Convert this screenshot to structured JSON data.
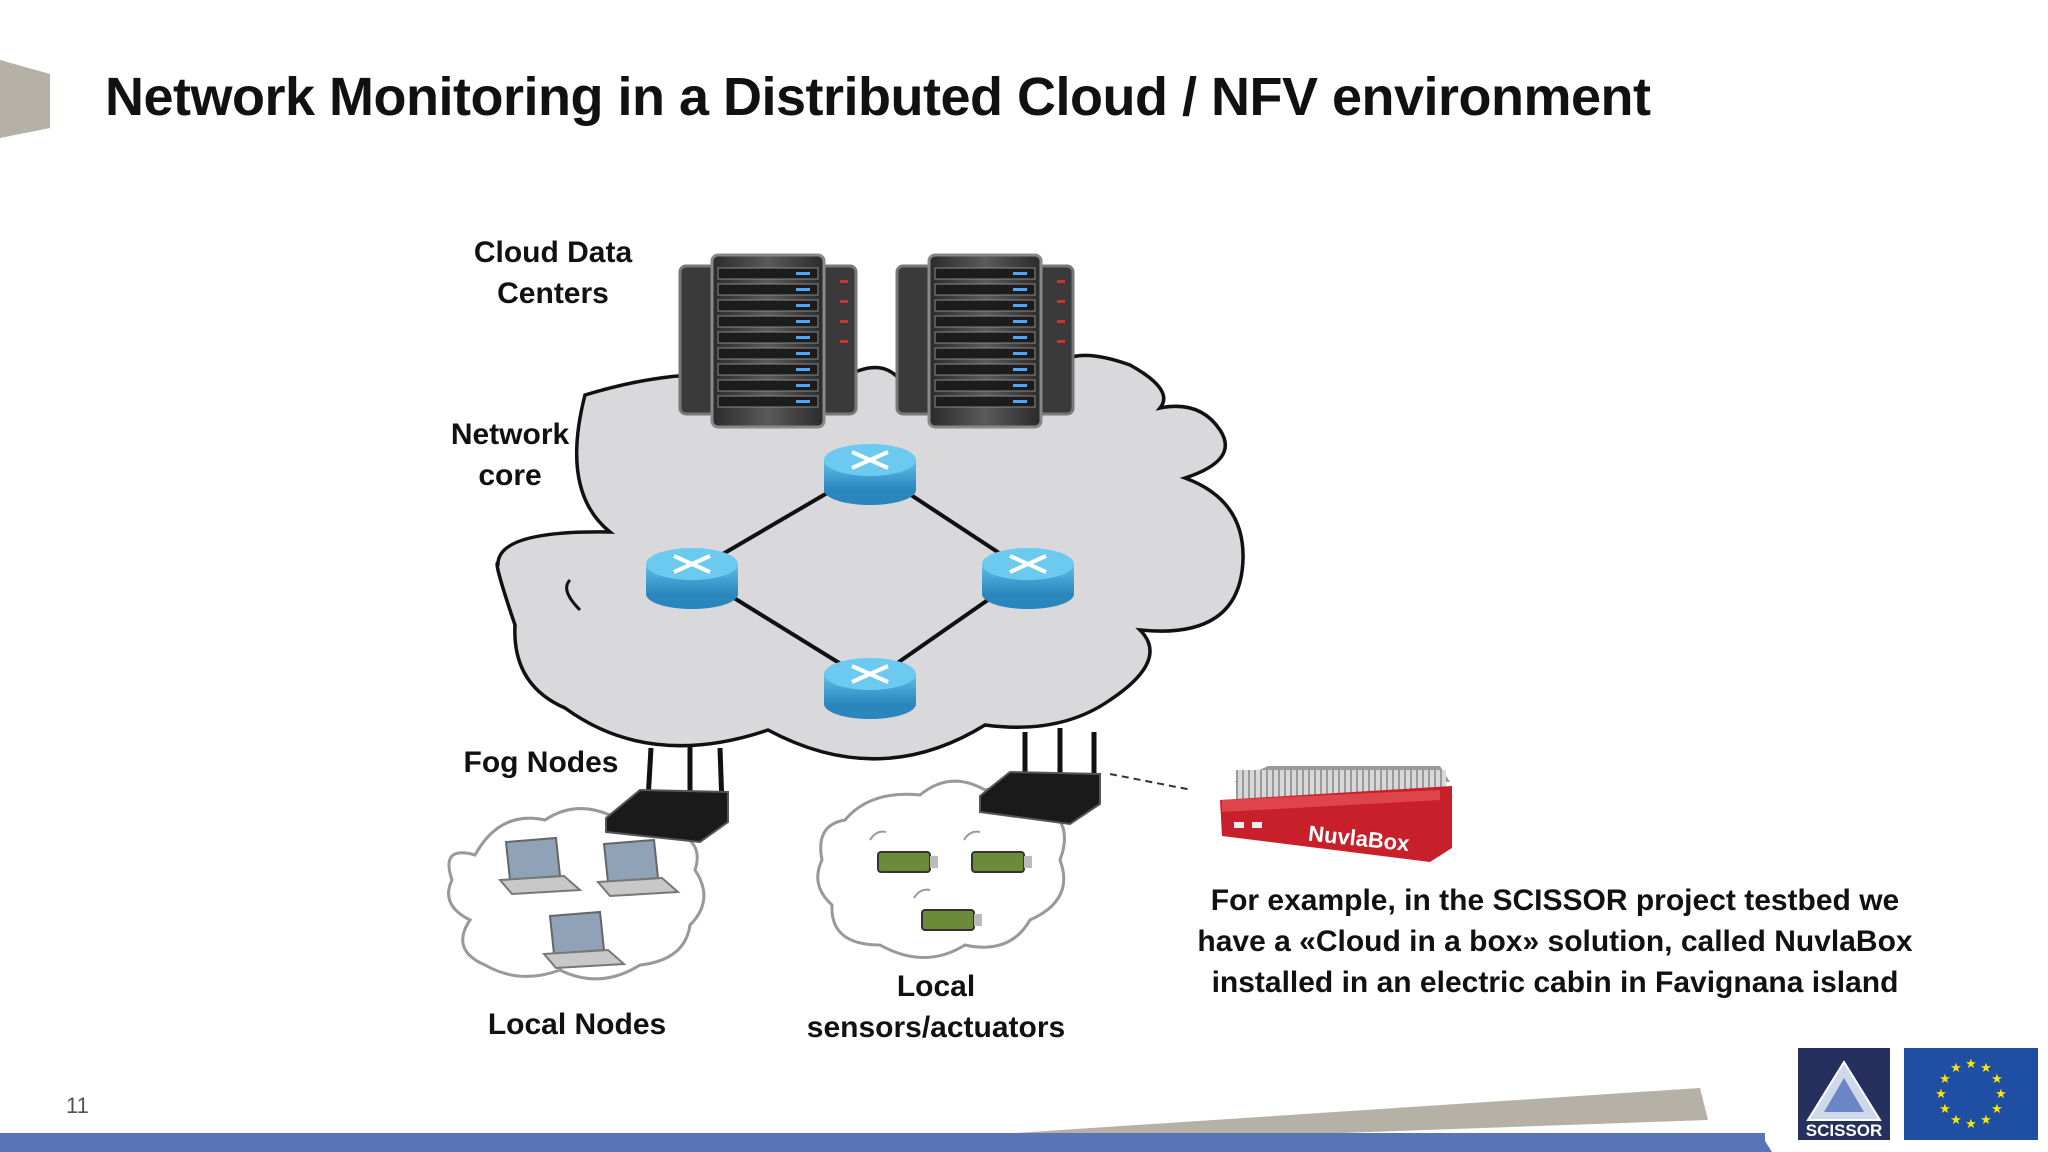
{
  "slide": {
    "title": "Network Monitoring in a Distributed Cloud / NFV environment",
    "page_number": "11"
  },
  "labels": {
    "cloud_data_centers": [
      "Cloud Data",
      "Centers"
    ],
    "network_core": [
      "Network",
      "core"
    ],
    "fog_nodes": "Fog Nodes",
    "local_nodes": "Local Nodes",
    "local_sensors": [
      "Local",
      "sensors/actuators"
    ]
  },
  "nuvlabox": {
    "brand_text": "NuvlaBox",
    "caption_lines": [
      "For example, in the SCISSOR project testbed we",
      "have a «Cloud in a box» solution, called NuvlaBox",
      "installed in an electric cabin in Favignana island"
    ]
  },
  "logos": {
    "project_logo_text": "SCISSOR"
  },
  "colors": {
    "accent_blue": "#5b74b8",
    "gray_shape": "#b5b1a6",
    "cloud_fill": "#d9d9db",
    "router_blue": "#3aa3d6",
    "nuvlabox_red": "#c8202a",
    "eu_blue": "#1f4fa3"
  }
}
